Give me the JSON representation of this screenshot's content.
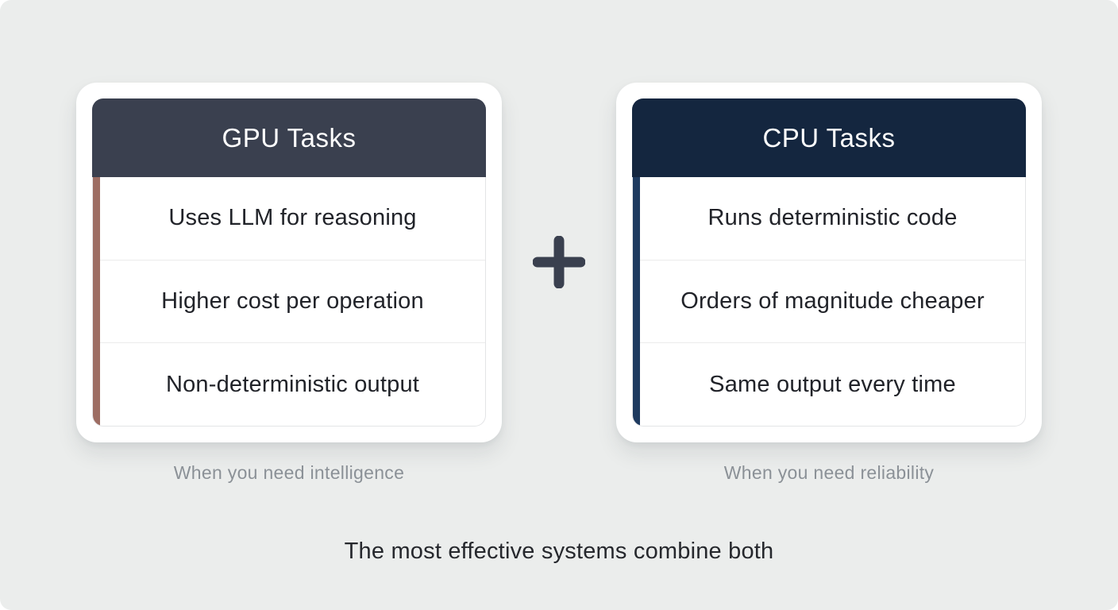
{
  "canvas": {
    "background_color": "#ebedec",
    "footer_text": "The most effective systems combine both"
  },
  "divider": {
    "icon": "plus-icon",
    "symbol": "+",
    "color": "#3a404f"
  },
  "cards": [
    {
      "title": "GPU Tasks",
      "header_color": "#3a404f",
      "accent_color": "#9d6d63",
      "rows": [
        "Uses LLM for reasoning",
        "Higher cost per operation",
        "Non-deterministic output"
      ],
      "caption": "When you need intelligence"
    },
    {
      "title": "CPU Tasks",
      "header_color": "#14263f",
      "accent_color": "#1e3a5f",
      "rows": [
        "Runs deterministic code",
        "Orders of magnitude cheaper",
        "Same output every time"
      ],
      "caption": "When you need reliability"
    }
  ]
}
